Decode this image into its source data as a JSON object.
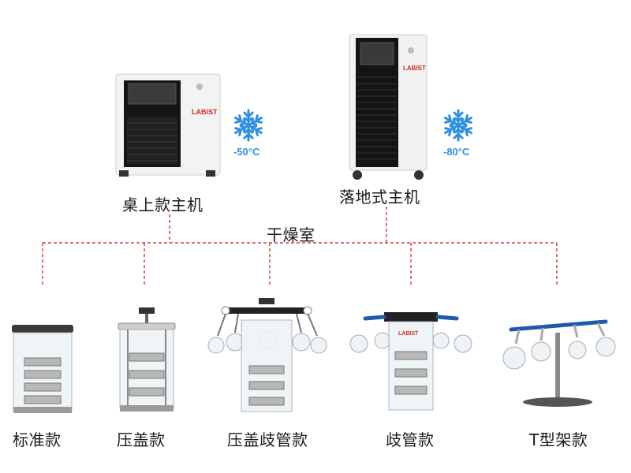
{
  "colors": {
    "connector": "#d93a3a",
    "snowflake": "#2f8fe0",
    "temp_text": "#2f8fe0",
    "brand_red": "#d22b2b",
    "machine_body": "#f1f1f1",
    "machine_dark": "#1c1c1c",
    "manifold_blue": "#1f5aa8"
  },
  "hosts": [
    {
      "label": "桌上款主机",
      "temp": "-50°C",
      "brand": "LABIST",
      "icon": "snowflake-icon"
    },
    {
      "label": "落地式主机",
      "temp": "-80°C",
      "brand": "LABIST",
      "icon": "snowflake-icon"
    }
  ],
  "hub_label": "干燥室",
  "chambers": [
    {
      "label": "标准款"
    },
    {
      "label": "压盖款"
    },
    {
      "label": "压盖歧管款"
    },
    {
      "label": "歧管款"
    },
    {
      "label": "T型架款"
    }
  ]
}
